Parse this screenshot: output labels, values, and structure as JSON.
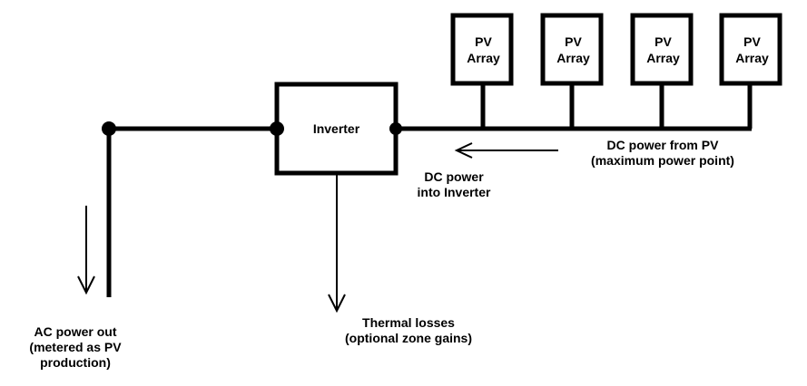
{
  "diagram": {
    "inverter": {
      "label": "Inverter"
    },
    "pv_arrays": [
      {
        "line1": "PV",
        "line2": "Array"
      },
      {
        "line1": "PV",
        "line2": "Array"
      },
      {
        "line1": "PV",
        "line2": "Array"
      },
      {
        "line1": "PV",
        "line2": "Array"
      }
    ],
    "labels": {
      "dc_from_pv": [
        "DC power from PV",
        "(maximum power point)"
      ],
      "dc_into_inverter": [
        "DC power",
        "into Inverter"
      ],
      "thermal_losses": [
        "Thermal losses",
        "(optional zone gains)"
      ],
      "ac_power_out": [
        "AC power out",
        "(metered as PV",
        "production)"
      ]
    }
  }
}
